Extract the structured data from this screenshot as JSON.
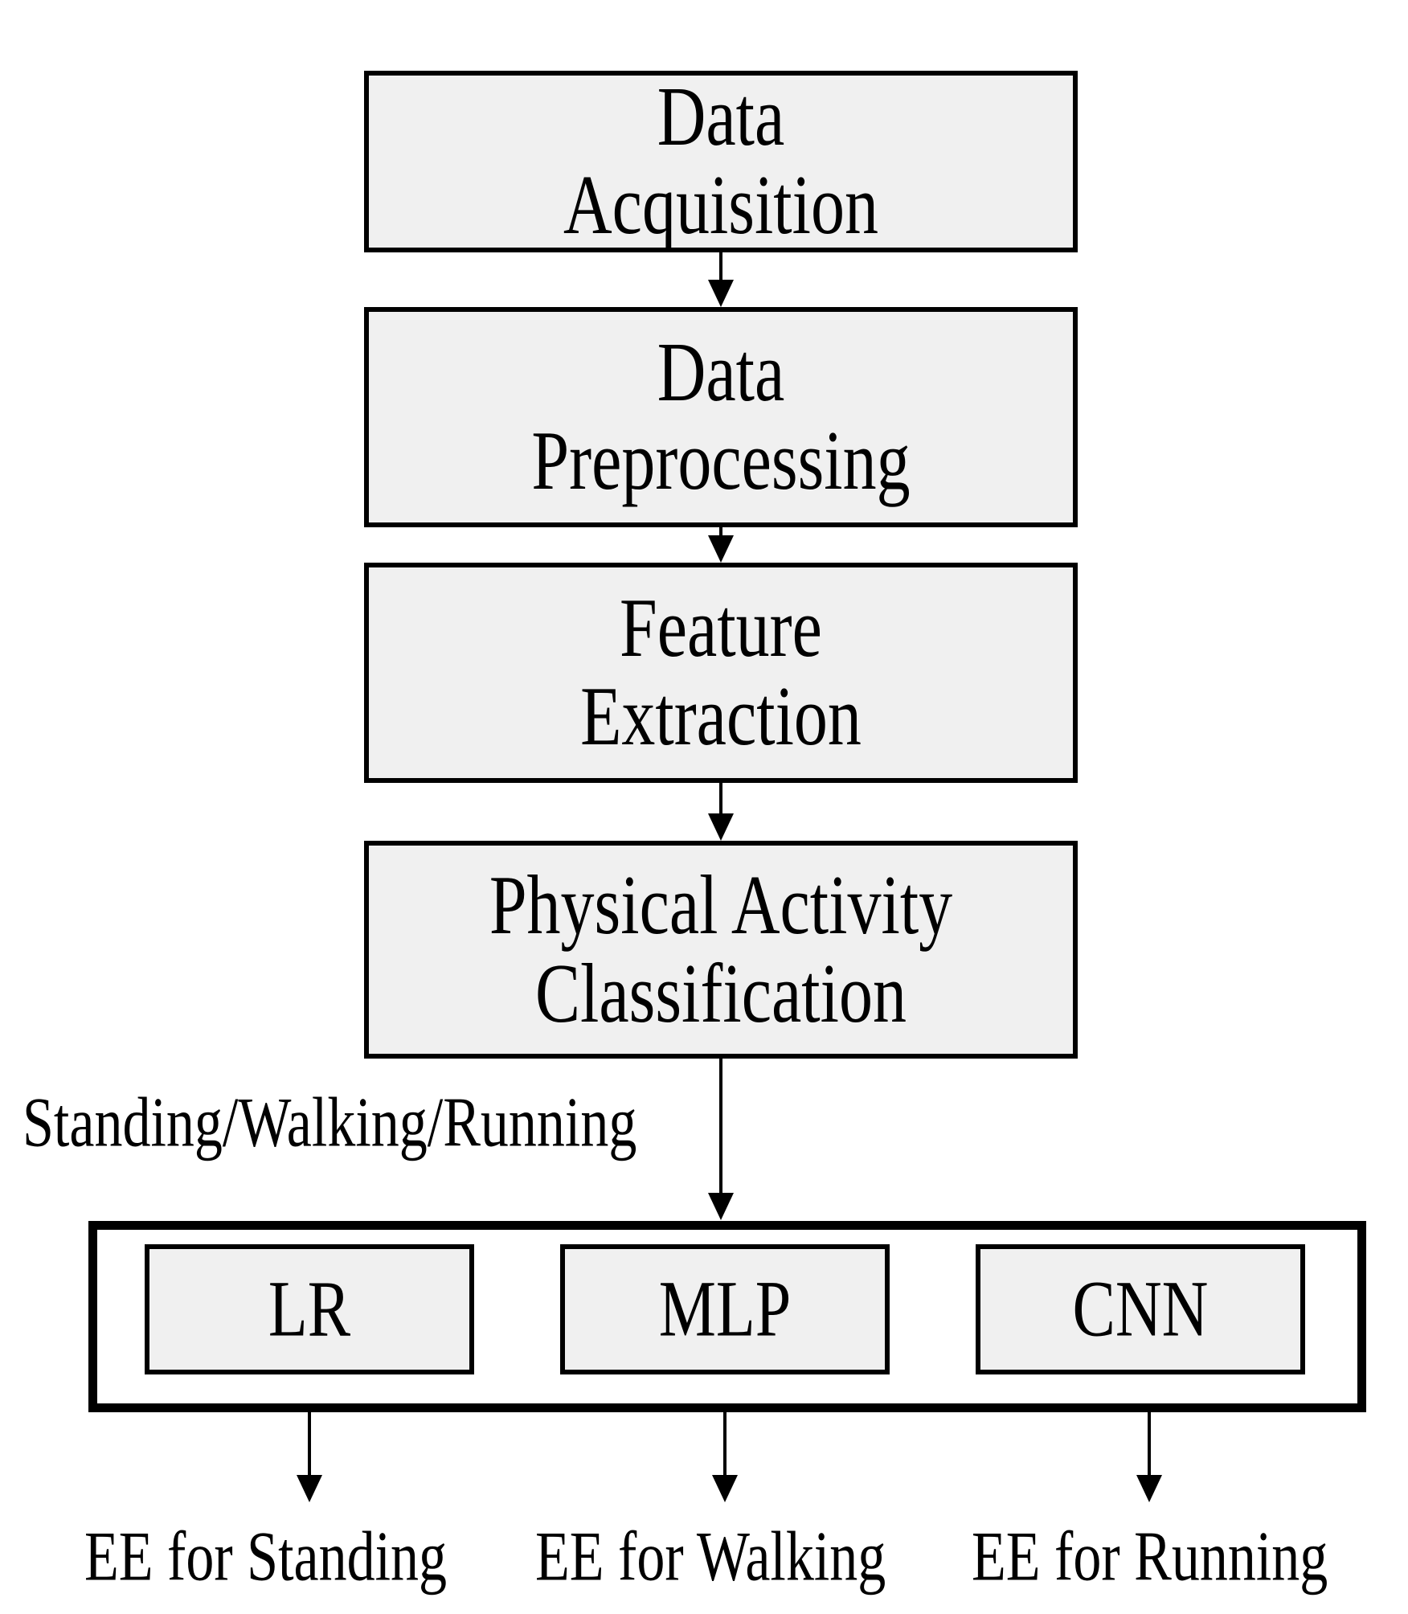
{
  "figure": {
    "colors": {
      "background": "#ffffff",
      "node_fill": "#f0f0f0",
      "line": "#000000"
    },
    "pipeline": [
      {
        "lines": [
          "Data",
          "Acquisition"
        ]
      },
      {
        "lines": [
          "Data",
          "Preprocessing"
        ]
      },
      {
        "lines": [
          "Feature",
          "Extraction"
        ]
      },
      {
        "lines": [
          "Physical Activity",
          "Classification"
        ]
      }
    ],
    "branch_annotation": "Standing/Walking/Running",
    "models": [
      {
        "label": "LR"
      },
      {
        "label": "MLP"
      },
      {
        "label": "CNN"
      }
    ],
    "outputs": [
      {
        "label": "EE for Standing"
      },
      {
        "label": "EE for Walking"
      },
      {
        "label": "EE for Running"
      }
    ]
  }
}
